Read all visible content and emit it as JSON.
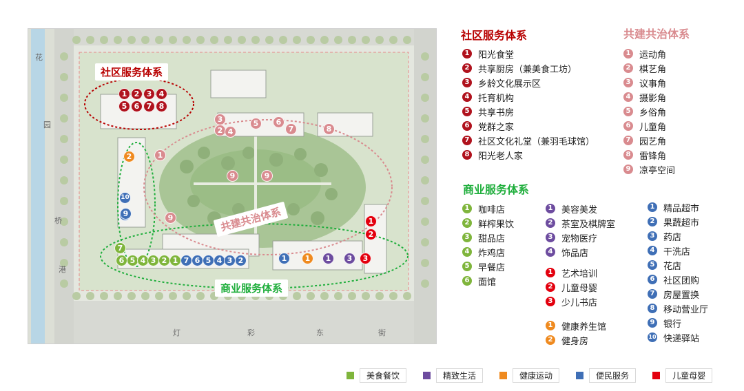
{
  "colors": {
    "community": "#b80000",
    "cogovernance": "#d98b8f",
    "commerce": "#1fae3c",
    "green": "#7fb53c",
    "purple": "#6d4c9f",
    "orange": "#ef8a1f",
    "blue": "#3f6fb6",
    "red": "#e3000e",
    "darkred": "#b0121d",
    "pink": "#d98b8f"
  },
  "map": {
    "overlays": {
      "community": "社区服务体系",
      "cogovernance": "共建共治体系",
      "commerce": "商业服务体系"
    },
    "streets": [
      "灯",
      "彩",
      "东",
      "街"
    ],
    "side_labels": [
      "花",
      "园",
      "桥",
      "港"
    ],
    "pins": [
      {
        "label": "1",
        "color": "darkred",
        "group": "community"
      },
      {
        "label": "2",
        "color": "darkred",
        "group": "community"
      },
      {
        "label": "3",
        "color": "darkred",
        "group": "community"
      },
      {
        "label": "4",
        "color": "darkred",
        "group": "community"
      },
      {
        "label": "5",
        "color": "darkred",
        "group": "community"
      },
      {
        "label": "6",
        "color": "darkred",
        "group": "community"
      },
      {
        "label": "7",
        "color": "darkred",
        "group": "community"
      },
      {
        "label": "8",
        "color": "darkred",
        "group": "community"
      },
      {
        "label": "3",
        "color": "pink",
        "group": "cogovernance"
      },
      {
        "label": "2",
        "color": "pink",
        "group": "cogovernance"
      },
      {
        "label": "4",
        "color": "pink",
        "group": "cogovernance"
      },
      {
        "label": "5",
        "color": "pink",
        "group": "cogovernance"
      },
      {
        "label": "6",
        "color": "pink",
        "group": "cogovernance"
      },
      {
        "label": "7",
        "color": "pink",
        "group": "cogovernance"
      },
      {
        "label": "8",
        "color": "pink",
        "group": "cogovernance"
      },
      {
        "label": "1",
        "color": "pink",
        "group": "cogovernance"
      },
      {
        "label": "9",
        "color": "pink",
        "group": "cogovernance"
      },
      {
        "label": "9",
        "color": "pink",
        "group": "cogovernance"
      },
      {
        "label": "9",
        "color": "pink",
        "group": "cogovernance"
      },
      {
        "label": "2",
        "color": "orange",
        "group": "commerce"
      },
      {
        "label": "8",
        "color": "blue",
        "group": "commerce"
      },
      {
        "label": "10",
        "color": "blue",
        "group": "commerce"
      },
      {
        "label": "9",
        "color": "blue",
        "group": "commerce"
      },
      {
        "label": "7",
        "color": "green",
        "group": "commerce"
      },
      {
        "label": "6",
        "color": "green",
        "group": "commerce"
      },
      {
        "label": "5",
        "color": "green",
        "group": "commerce"
      },
      {
        "label": "4",
        "color": "green",
        "group": "commerce"
      },
      {
        "label": "3",
        "color": "green",
        "group": "commerce"
      },
      {
        "label": "2",
        "color": "green",
        "group": "commerce"
      },
      {
        "label": "1",
        "color": "green",
        "group": "commerce"
      },
      {
        "label": "7",
        "color": "blue",
        "group": "commerce"
      },
      {
        "label": "6",
        "color": "blue",
        "group": "commerce"
      },
      {
        "label": "5",
        "color": "blue",
        "group": "commerce"
      },
      {
        "label": "4",
        "color": "blue",
        "group": "commerce"
      },
      {
        "label": "3",
        "color": "blue",
        "group": "commerce"
      },
      {
        "label": "2",
        "color": "blue",
        "group": "commerce"
      },
      {
        "label": "1",
        "color": "blue",
        "group": "commerce"
      },
      {
        "label": "1",
        "color": "orange",
        "group": "commerce"
      },
      {
        "label": "1",
        "color": "purple",
        "group": "commerce"
      },
      {
        "label": "3",
        "color": "purple",
        "group": "commerce"
      },
      {
        "label": "3",
        "color": "red",
        "group": "commerce"
      },
      {
        "label": "1",
        "color": "red",
        "group": "commerce"
      },
      {
        "label": "2",
        "color": "red",
        "group": "commerce"
      }
    ]
  },
  "community_system": {
    "title": "社区服务体系",
    "items": [
      {
        "num": "1",
        "label": "阳光食堂"
      },
      {
        "num": "2",
        "label": "共享厨房（兼美食工坊）"
      },
      {
        "num": "3",
        "label": "乡龄文化展示区"
      },
      {
        "num": "4",
        "label": "托育机构"
      },
      {
        "num": "5",
        "label": "共享书房"
      },
      {
        "num": "6",
        "label": "党群之家"
      },
      {
        "num": "7",
        "label": "社区文化礼堂（兼羽毛球馆）"
      },
      {
        "num": "8",
        "label": "阳光老人家"
      }
    ]
  },
  "cogovernance_system": {
    "title": "共建共治体系",
    "items": [
      {
        "num": "1",
        "label": "运动角"
      },
      {
        "num": "2",
        "label": "棋艺角"
      },
      {
        "num": "3",
        "label": "议事角"
      },
      {
        "num": "4",
        "label": "摄影角"
      },
      {
        "num": "5",
        "label": "乡俗角"
      },
      {
        "num": "6",
        "label": "儿童角"
      },
      {
        "num": "7",
        "label": "园艺角"
      },
      {
        "num": "8",
        "label": "雷锋角"
      },
      {
        "num": "9",
        "label": "凉亭空间"
      }
    ]
  },
  "commerce_system": {
    "title": "商业服务体系",
    "food": [
      {
        "num": "1",
        "label": "咖啡店"
      },
      {
        "num": "2",
        "label": "鲜榨果饮"
      },
      {
        "num": "3",
        "label": "甜品店"
      },
      {
        "num": "4",
        "label": "炸鸡店"
      },
      {
        "num": "5",
        "label": "早餐店"
      },
      {
        "num": "6",
        "label": "面馆"
      }
    ],
    "lifestyle": [
      {
        "num": "1",
        "label": "美容美发"
      },
      {
        "num": "2",
        "label": "茶室及棋牌室"
      },
      {
        "num": "3",
        "label": "宠物医疗"
      },
      {
        "num": "4",
        "label": "饰品店"
      }
    ],
    "kids": [
      {
        "num": "1",
        "label": "艺术培训"
      },
      {
        "num": "2",
        "label": "儿童母婴"
      },
      {
        "num": "3",
        "label": "少儿书店"
      }
    ],
    "fitness": [
      {
        "num": "1",
        "label": "健康养生馆"
      },
      {
        "num": "2",
        "label": "健身房"
      }
    ],
    "convenience": [
      {
        "num": "1",
        "label": "精品超市"
      },
      {
        "num": "2",
        "label": "果蔬超市"
      },
      {
        "num": "3",
        "label": "药店"
      },
      {
        "num": "4",
        "label": "干洗店"
      },
      {
        "num": "5",
        "label": "花店"
      },
      {
        "num": "6",
        "label": "社区团购"
      },
      {
        "num": "7",
        "label": "房屋置换"
      },
      {
        "num": "8",
        "label": "移动营业厅"
      },
      {
        "num": "9",
        "label": "银行"
      },
      {
        "num": "10",
        "label": "快递驿站"
      }
    ]
  },
  "legend": [
    {
      "label": "美食餐饮",
      "color": "green"
    },
    {
      "label": "精致生活",
      "color": "purple"
    },
    {
      "label": "健康运动",
      "color": "orange"
    },
    {
      "label": "便民服务",
      "color": "blue"
    },
    {
      "label": "儿童母婴",
      "color": "red"
    }
  ]
}
